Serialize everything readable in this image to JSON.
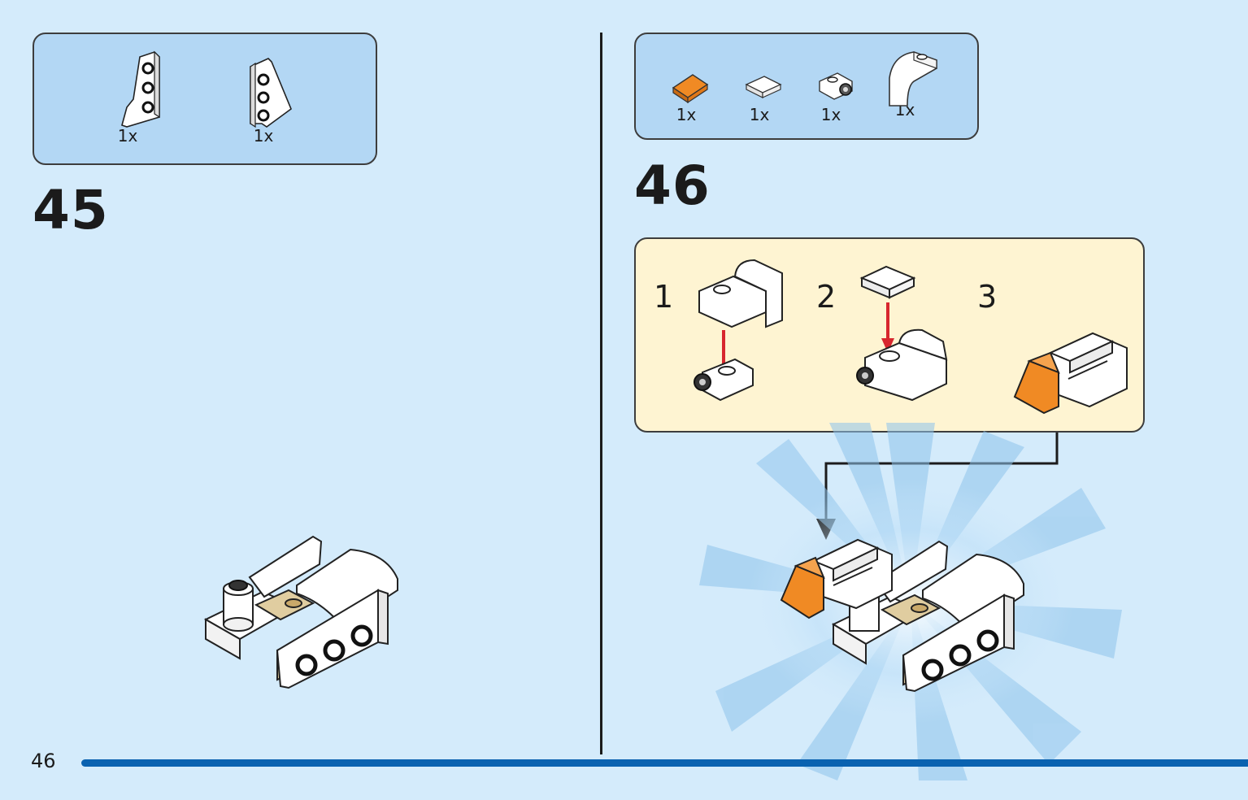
{
  "page": {
    "number": "46"
  },
  "step45": {
    "number": "45",
    "parts": [
      {
        "icon": "wedge-plate-left-icon",
        "qty": "1x"
      },
      {
        "icon": "wedge-plate-right-icon",
        "qty": "1x"
      }
    ]
  },
  "step46": {
    "number": "46",
    "parts": [
      {
        "icon": "orange-slope-icon",
        "qty": "1x"
      },
      {
        "icon": "white-tile-icon",
        "qty": "1x"
      },
      {
        "icon": "bracket-plate-icon",
        "qty": "1x"
      },
      {
        "icon": "curved-slope-icon",
        "qty": "1x"
      }
    ],
    "substeps": [
      "1",
      "2",
      "3"
    ]
  },
  "colors": {
    "background": "#d4ebfb",
    "parts_box": "#b3d7f4",
    "substep_box": "#fef4d2",
    "accent_bar": "#0a62b0",
    "arrow_red": "#d7262e",
    "orange": "#f08a24",
    "tan": "#e0cda0"
  }
}
